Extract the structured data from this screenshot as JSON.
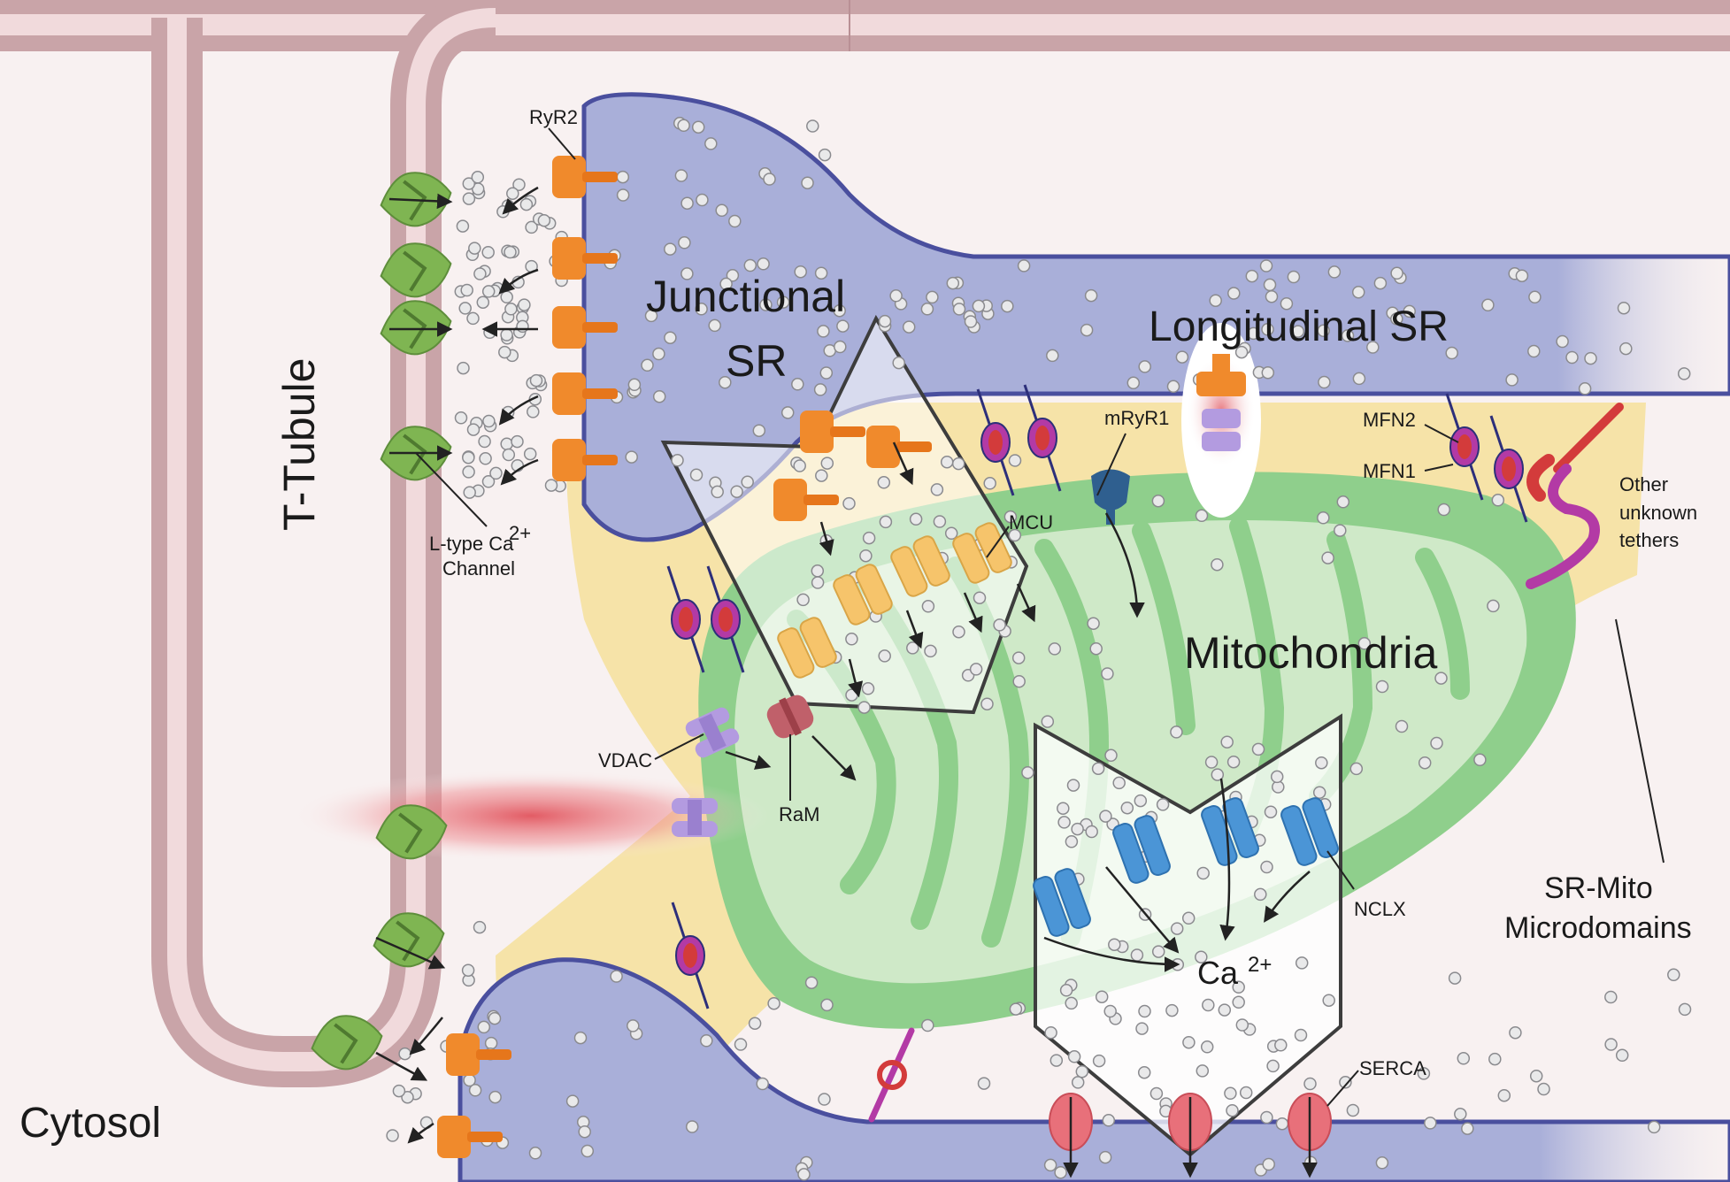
{
  "labels": {
    "t_tubule": "T-Tubule",
    "cytosol": "Cytosol",
    "junctional_sr_line1": "Junctional",
    "junctional_sr_line2": "SR",
    "longitudinal_sr": "Longitudinal SR",
    "mitochondria": "Mitochondria",
    "sr_mito_line1": "SR-Mito",
    "sr_mito_line2": "Microdomains",
    "ca": "Ca",
    "ca_charge": "2+"
  },
  "callouts": {
    "ryr2": "RyR2",
    "ltype_line1": "L-type Ca",
    "ltype_sup": "2+",
    "ltype_line2": "Channel",
    "mryr1": "mRyR1",
    "mcu": "MCU",
    "mfn2": "MFN2",
    "mfn1": "MFN1",
    "other_line1": "Other",
    "other_line2": "unknown",
    "other_line3": "tethers",
    "vdac": "VDAC",
    "ram": "RaM",
    "nclx": "NCLX",
    "serca": "SERCA"
  },
  "colors": {
    "background": "#f8f1f1",
    "membrane": "#c9a4a8",
    "membrane_inner": "#f1dadc",
    "sr_fill": "#a9afd9",
    "sr_edge": "#4a4f9e",
    "microdomain": "#f6e3a8",
    "mito_outer": "#8fcf8c",
    "mito_inner": "#cfe9c8",
    "ryr2": "#f08a2c",
    "ltype": "#7fb552",
    "mcu": "#f6c46b",
    "nclx": "#4b95d6",
    "serca": "#e8707a",
    "vdac": "#b39be0",
    "ram": "#c0606a",
    "mryr1": "#2f5f8f",
    "tether_red": "#d33b3b",
    "tether_purple": "#b33aa5"
  }
}
